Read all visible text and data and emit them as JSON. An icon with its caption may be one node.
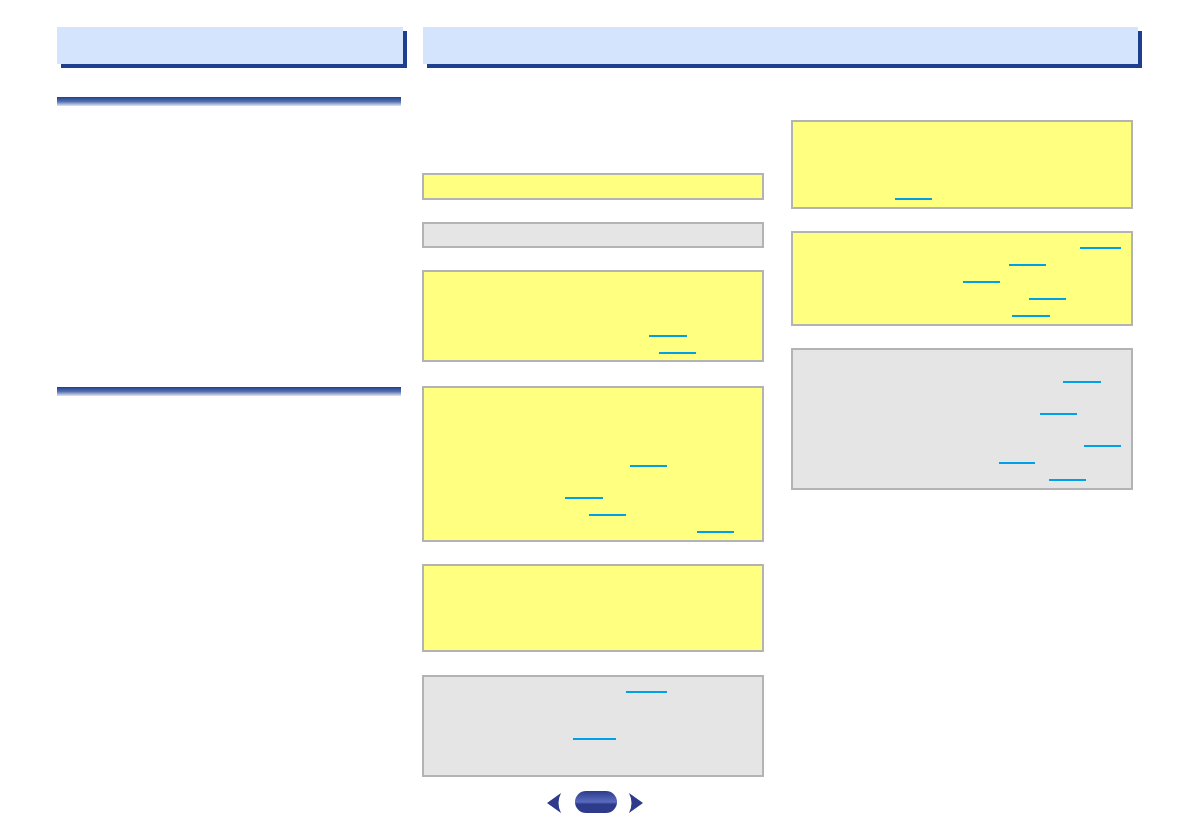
{
  "diagram": {
    "nodes": [
      {
        "text": [],
        "shape": "box"
      },
      {
        "text": [],
        "shape": "box"
      },
      {
        "text": [],
        "shape": "box"
      },
      {
        "text": [],
        "shape": "box"
      },
      {
        "text": [],
        "shape": "box"
      },
      {
        "text": [],
        "shape": "box"
      },
      {
        "text": [],
        "shape": "box"
      },
      {
        "text": [],
        "shape": "box"
      },
      {
        "text": [],
        "shape": "box"
      },
      {
        "text": [],
        "shape": "box"
      },
      {
        "text": [],
        "shape": "box"
      }
    ]
  }
}
